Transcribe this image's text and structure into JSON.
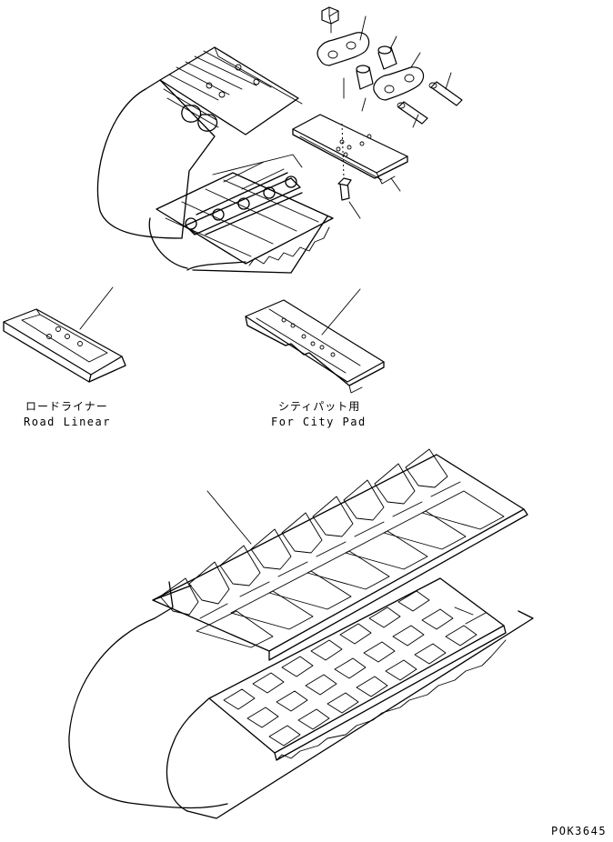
{
  "labels": {
    "road_liner_jp": "ロードライナー",
    "road_liner_en": "Road Linear",
    "city_pad_jp": "シティパット用",
    "city_pad_en": "For City Pad"
  },
  "drawing_code": "POK3645"
}
